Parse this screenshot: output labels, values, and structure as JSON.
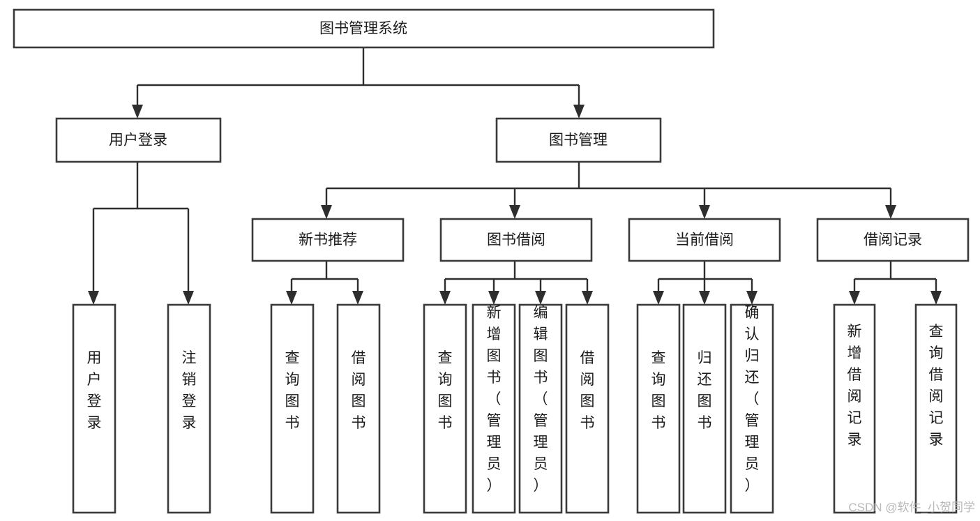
{
  "diagram": {
    "title": "图书管理系统",
    "type": "hierarchy-tree",
    "levels": 4,
    "colors": {
      "box_stroke": "#3a3a3a",
      "connector": "#2e2e2e",
      "background": "#ffffff",
      "text": "#1b1b1b",
      "watermark": "#b9b9b9"
    },
    "root": {
      "label": "图书管理系统"
    },
    "level2": [
      {
        "label": "用户登录"
      },
      {
        "label": "图书管理"
      }
    ],
    "level3": [
      {
        "label": "新书推荐"
      },
      {
        "label": "图书借阅"
      },
      {
        "label": "当前借阅"
      },
      {
        "label": "借阅记录"
      }
    ],
    "leaves": {
      "user_login": [
        {
          "label": "用户登录"
        },
        {
          "label": "注销登录"
        }
      ],
      "new_book_recommend": [
        {
          "label": "查询图书"
        },
        {
          "label": "借阅图书"
        }
      ],
      "book_borrow": [
        {
          "label": "查询图书"
        },
        {
          "label": "新增图书（管理员）"
        },
        {
          "label": "编辑图书（管理员）"
        },
        {
          "label": "借阅图书"
        }
      ],
      "current_borrow": [
        {
          "label": "查询图书"
        },
        {
          "label": "归还图书"
        },
        {
          "label": "确认归还（管理员）"
        }
      ],
      "borrow_record": [
        {
          "label": "新增借阅记录"
        },
        {
          "label": "查询借阅记录"
        }
      ]
    }
  },
  "watermark": {
    "text": "CSDN @软件_小贺同学"
  }
}
